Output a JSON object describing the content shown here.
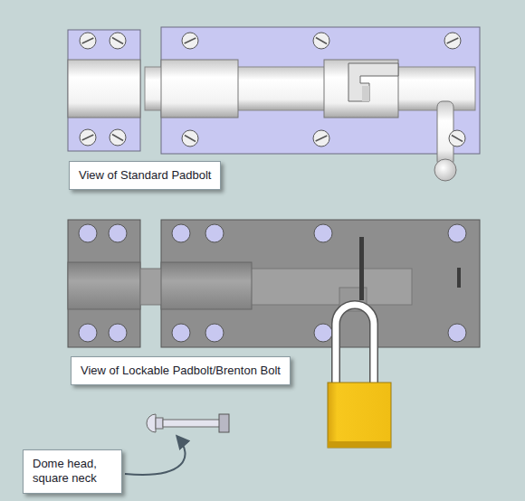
{
  "diagram": {
    "nodes": [
      {
        "text": [
          "View of Standard Padbolt"
        ]
      },
      {
        "text": [
          "View of Lockable Padbolt/Brenton Bolt"
        ]
      },
      {
        "text": [
          "Dome head, square neck"
        ]
      }
    ]
  }
}
